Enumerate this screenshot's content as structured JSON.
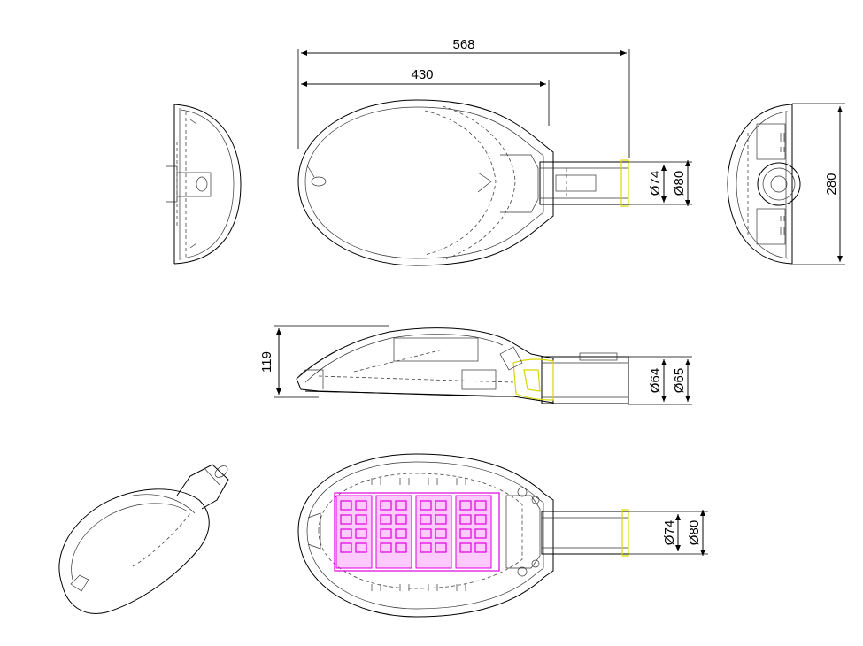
{
  "dimensions": {
    "overall_length": "568",
    "body_length": "430",
    "top_dia_outer": "Ø80",
    "top_dia_inner": "Ø74",
    "width": "280",
    "height": "119",
    "side_dia_inner": "Ø64",
    "side_dia_outer": "Ø65",
    "bottom_dia_inner": "Ø74",
    "bottom_dia_outer": "Ø80"
  },
  "colors": {
    "outline": "#000000",
    "led_module": "#e000e0",
    "adapter_highlight": "#d8d800"
  }
}
